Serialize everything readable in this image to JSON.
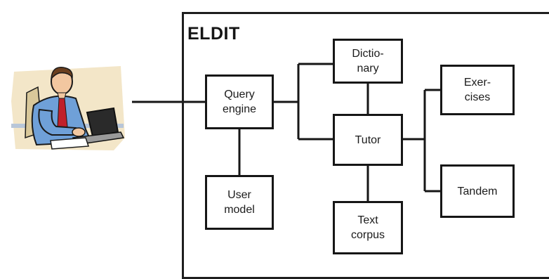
{
  "diagram": {
    "title": "ELDIT",
    "boxes": {
      "query_engine": "Query\nengine",
      "user_model": "User\nmodel",
      "dictionary": "Dictio-\nnary",
      "tutor": "Tutor",
      "text_corpus": "Text\ncorpus",
      "exercises": "Exer-\ncises",
      "tandem": "Tandem"
    }
  },
  "colors": {
    "line": "#161616",
    "skin": "#f2c7a0",
    "shirt": "#6fa0d8",
    "tie": "#c0202a",
    "backdrop": "#f3e6c8"
  }
}
